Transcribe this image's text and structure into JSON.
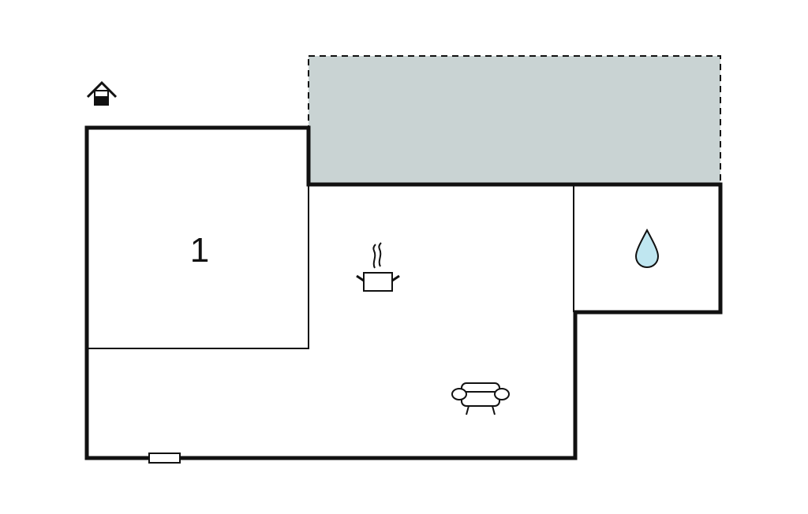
{
  "rooms": [
    {
      "id": "bedroom",
      "label": "1"
    },
    {
      "id": "living-kitchen",
      "label": ""
    },
    {
      "id": "bathroom",
      "label": ""
    }
  ],
  "terrace": {
    "kind": "covered terrace"
  },
  "icons": {
    "entrance": "house-entrance-icon",
    "kitchen": "cooking-pot-icon",
    "living": "sofa-icon",
    "bathroom": "water-drop-icon",
    "window": "window-icon"
  },
  "colors": {
    "wall": "#111111",
    "terrace_fill": "#c9d3d3",
    "water_drop": "#bfe6f0",
    "background": "#ffffff"
  }
}
